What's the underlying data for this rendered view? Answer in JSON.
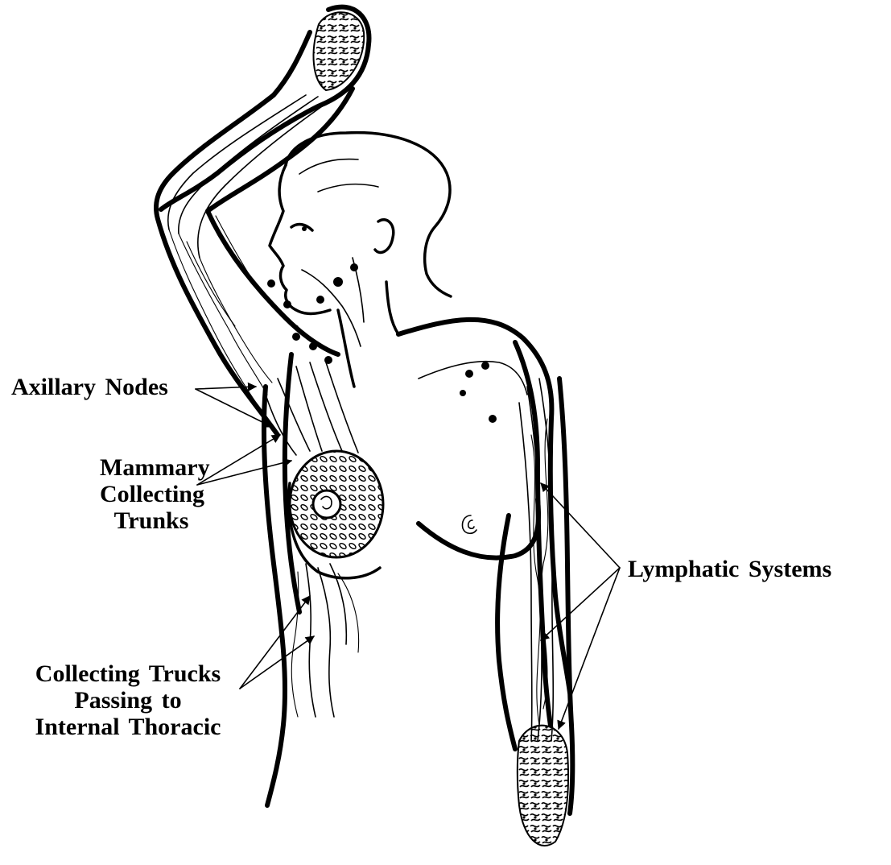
{
  "labels": {
    "axillary_nodes": "Axillary Nodes",
    "mammary_line1": "Mammary",
    "mammary_line2": "Collecting",
    "mammary_line3": "Trunks",
    "collecting_line1": "Collecting Trucks",
    "collecting_line2": "Passing to",
    "collecting_line3": "Internal Thoracic",
    "lymphatic_systems": "Lymphatic Systems"
  },
  "colors": {
    "ink": "#000000",
    "background": "#ffffff"
  }
}
